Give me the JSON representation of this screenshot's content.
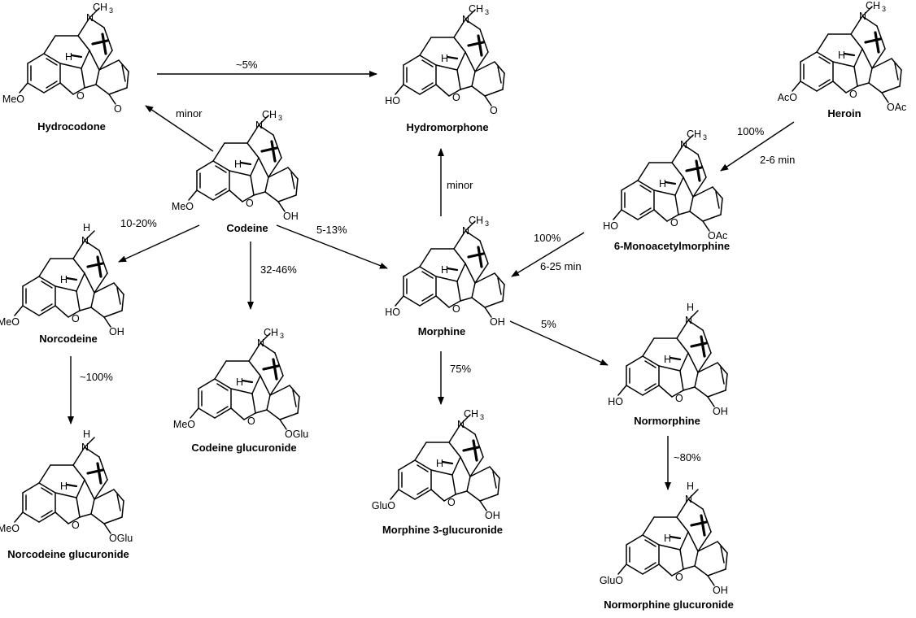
{
  "compounds": {
    "hydrocodone": {
      "name": "Hydrocodone",
      "top": "N",
      "top_sub": "CH",
      "top_sub_n": "3",
      "left": "MeO",
      "right": "O"
    },
    "hydromorphone": {
      "name": "Hydromorphone",
      "top": "N",
      "top_sub": "CH",
      "top_sub_n": "3",
      "left": "HO",
      "right": "O"
    },
    "heroin": {
      "name": "Heroin",
      "top": "N",
      "top_sub": "CH",
      "top_sub_n": "3",
      "left": "AcO",
      "right": "OAc"
    },
    "codeine": {
      "name": "Codeine",
      "top": "N",
      "top_sub": "CH",
      "top_sub_n": "3",
      "left": "MeO",
      "right": "OH"
    },
    "monoacetylmorphine": {
      "name": "6-Monoacetylmorphine",
      "top": "N",
      "top_sub": "CH",
      "top_sub_n": "3",
      "left": "HO",
      "right": "OAc"
    },
    "norcodeine": {
      "name": "Norcodeine",
      "top": "N",
      "top_h": "H",
      "left": "MeO",
      "right": "OH"
    },
    "morphine": {
      "name": "Morphine",
      "top": "N",
      "top_sub": "CH",
      "top_sub_n": "3",
      "left": "HO",
      "right": "OH"
    },
    "codeine_glucuronide": {
      "name": "Codeine glucuronide",
      "top": "N",
      "top_sub": "CH",
      "top_sub_n": "3",
      "left": "MeO",
      "right": "OGlu"
    },
    "normorphine": {
      "name": "Normorphine",
      "top": "N",
      "top_h": "H",
      "left": "HO",
      "right": "OH"
    },
    "norcodeine_glucuronide": {
      "name": "Norcodeine glucuronide",
      "top": "N",
      "top_h": "H",
      "left": "MeO",
      "right": "OGlu"
    },
    "morphine_3_glucuronide": {
      "name": "Morphine 3-glucuronide",
      "top": "N",
      "top_sub": "CH",
      "top_sub_n": "3",
      "left": "GluO",
      "right": "OH"
    },
    "normorphine_glucuronide": {
      "name": "Normorphine glucuronide",
      "top": "N",
      "top_h": "H",
      "left": "GluO",
      "right": "OH"
    }
  },
  "ring_labels": {
    "h": "H",
    "o": "O"
  },
  "arrows": {
    "hydrocodone_to_hydromorphone": "~5%",
    "codeine_to_hydrocodone": "minor",
    "morphine_to_hydromorphone": "minor",
    "heroin_to_6mam_pct": "100%",
    "heroin_to_6mam_time": "2-6 min",
    "codeine_to_norcodeine": "10-20%",
    "codeine_to_morphine": "5-13%",
    "codeine_to_glucuronide": "32-46%",
    "mam_to_morphine_pct": "100%",
    "mam_to_morphine_time": "6-25 min",
    "norcodeine_to_glucuronide": "~100%",
    "morphine_to_m3g": "75%",
    "morphine_to_normorphine": "5%",
    "normorphine_to_glucuronide": "~80%"
  }
}
